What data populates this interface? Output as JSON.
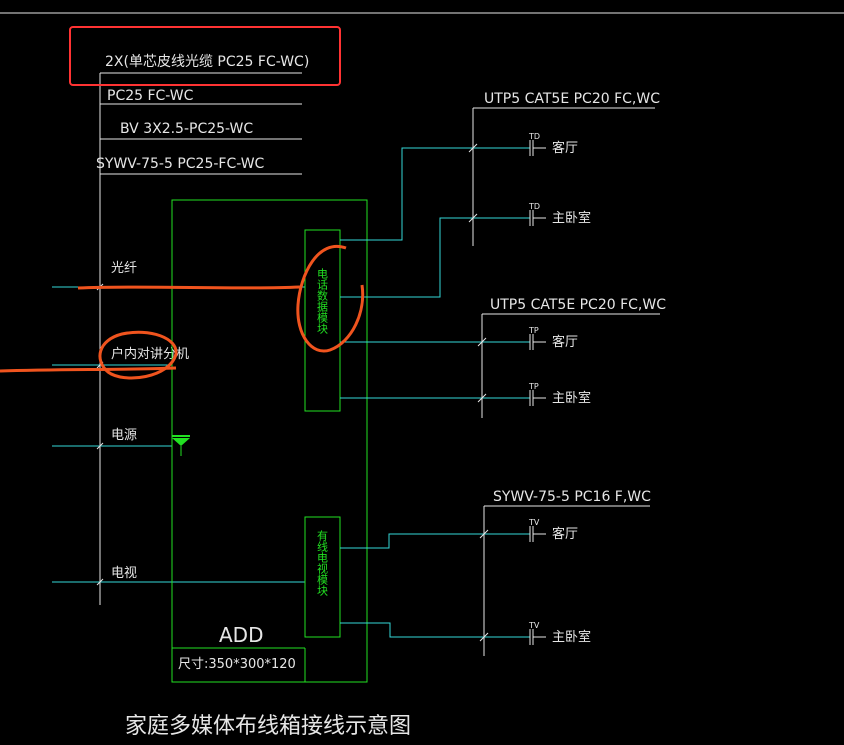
{
  "header_cables": {
    "fiber": "2X(单芯皮线光缆 PC25 FC-WC)",
    "pc": "PC25 FC-WC",
    "power": "BV 3X2.5-PC25-WC",
    "coax": "SYWV-75-5 PC25-FC-WC"
  },
  "inputs": {
    "fiber": "光纤",
    "intercom": "户内对讲分机",
    "power": "电源",
    "tv": "电视"
  },
  "modules": {
    "phone_data": "电话数据模块",
    "cable_tv": "有线电视模块"
  },
  "box": {
    "name": "ADD",
    "size": "尺寸:350*300*120"
  },
  "groups": {
    "td": {
      "cable": "UTP5 CAT5E PC20 FC,WC",
      "tag": "TD",
      "rooms": [
        "客厅",
        "主卧室"
      ]
    },
    "tp": {
      "cable": "UTP5 CAT5E PC20 FC,WC",
      "tag": "TP",
      "rooms": [
        "客厅",
        "主卧室"
      ]
    },
    "tv": {
      "cable": "SYWV-75-5 PC16 F,WC",
      "tag": "TV",
      "rooms": [
        "客厅",
        "主卧室"
      ]
    }
  },
  "title": "家庭多媒体布线箱接线示意图",
  "colors": {
    "background": "#000000",
    "wire": "#35d7d7",
    "module": "#22e122",
    "annotation": "#f0541e",
    "highlight": "#ff3333"
  }
}
